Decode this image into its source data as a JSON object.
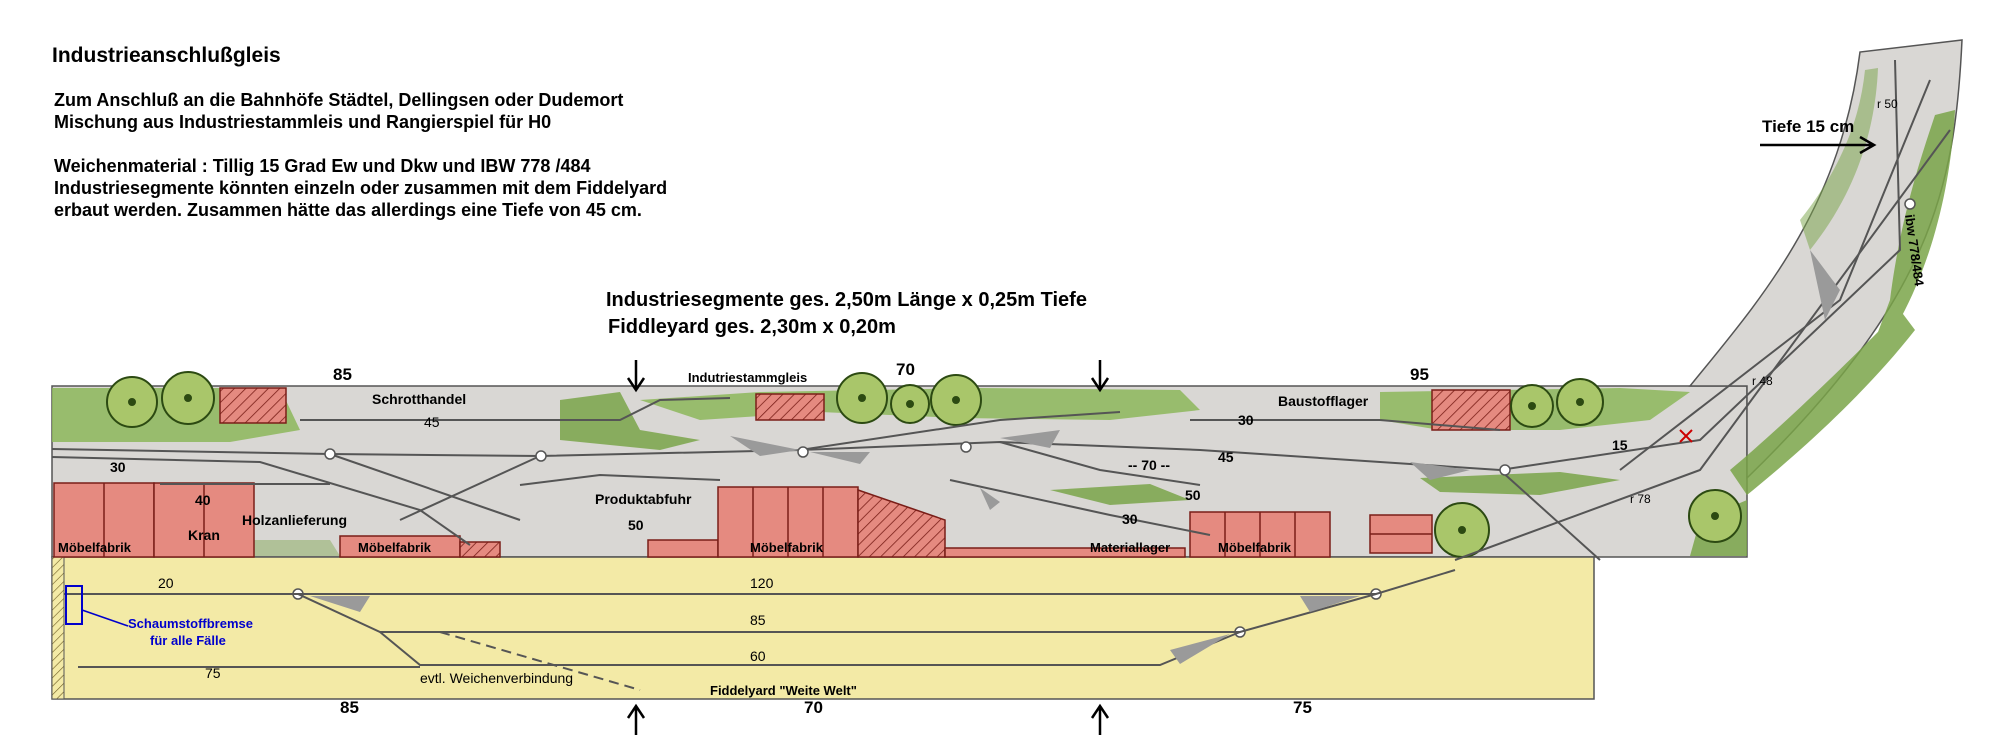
{
  "title": "Industrieanschlußgleis",
  "intro": {
    "line1": "Zum Anschluß an die Bahnhöfe Städtel, Dellingsen oder Dudemort",
    "line2": "Mischung aus Industriestammleis und Rangierspiel für H0",
    "line3": "Weichenmaterial : Tillig 15 Grad Ew und Dkw und IBW 778 /484",
    "line4": "Industriesegmente könnten einzeln oder zusammen mit dem Fiddelyard",
    "line5": "erbaut werden. Zusammen hätte das allerdings eine Tiefe von 45 cm."
  },
  "dimensions": {
    "line1": "Industriesegmente ges. 2,50m Länge x 0,25m Tiefe",
    "line2": "Fiddleyard ges. 2,30m x 0,20m"
  },
  "depth_label": "Tiefe 15 cm",
  "segments_top": [
    "85",
    "70",
    "95"
  ],
  "segments_bottom": [
    "85",
    "70",
    "75"
  ],
  "labels": {
    "schrotthandel": "Schrotthandel",
    "stammgleis": "Indutriestammgleis",
    "baustofflager": "Baustofflager",
    "produktabfuhr": "Produktabfuhr",
    "holzanlieferung": "Holzanlieferung",
    "kran": "Kran",
    "moebel1": "Möbelfabrik",
    "moebel2": "Möbelfabrik",
    "moebel3": "Möbelfabrik",
    "moebel4": "Möbelfabrik",
    "materiallager": "Materiallager",
    "schaumstoff1": "Schaumstoffbremse",
    "schaumstoff2": "für alle Fälle",
    "weichenverbindung": "evtl. Weichenverbindung",
    "fiddleyard": "Fiddelyard \"Weite Welt\"",
    "ibw": "ibw 778/484",
    "r50": "r 50",
    "r48": "r 48",
    "r78": "r 78"
  },
  "track_numbers": {
    "n45a": "45",
    "n30a": "30",
    "n40": "40",
    "n50a": "50",
    "n70": "-- 70 --",
    "n45b": "45",
    "n15": "15",
    "n30b": "30",
    "n50b": "50",
    "n30c": "30",
    "f20": "20",
    "f120": "120",
    "f85": "85",
    "f60": "60",
    "f75": "75"
  },
  "colors": {
    "board": "#d9d7d4",
    "grass": "#7aa448",
    "building": "#e58a80",
    "fiddleyard": "#f3eaa6",
    "track": "#555555",
    "tree": "#a9c66a",
    "schaumstoff": "#0000cc"
  }
}
